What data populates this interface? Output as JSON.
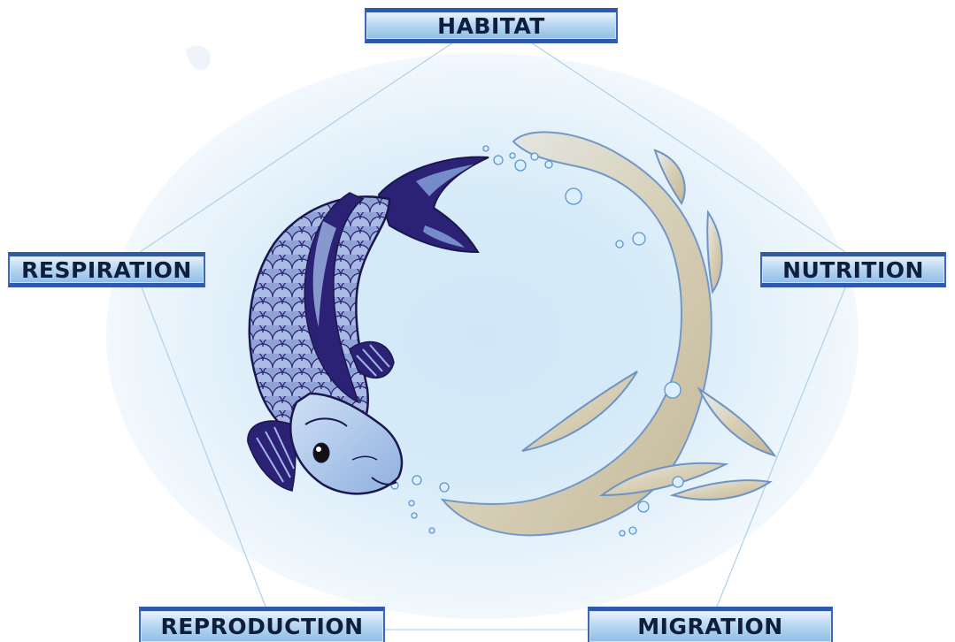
{
  "diagram": {
    "nodes": [
      {
        "id": "habitat",
        "label": "HABITAT"
      },
      {
        "id": "respiration",
        "label": "RESPIRATION"
      },
      {
        "id": "nutrition",
        "label": "NUTRITION"
      },
      {
        "id": "reproduction",
        "label": "REPRODUCTION"
      },
      {
        "id": "migration",
        "label": "MIGRATION"
      }
    ],
    "colors": {
      "label_border": "#2f5aab",
      "label_fill_top": "#eaf4fc",
      "label_fill_bottom": "#8fbde6",
      "label_text": "#0d1f3c",
      "glow": "#cfe7f8",
      "fish_dark": "#2b2275",
      "fish_scales": "#8fa6d6",
      "splash": "#c9bfa3"
    },
    "icons": [
      "koi-fish-icon",
      "water-splash-icon",
      "bubble-icon"
    ]
  }
}
